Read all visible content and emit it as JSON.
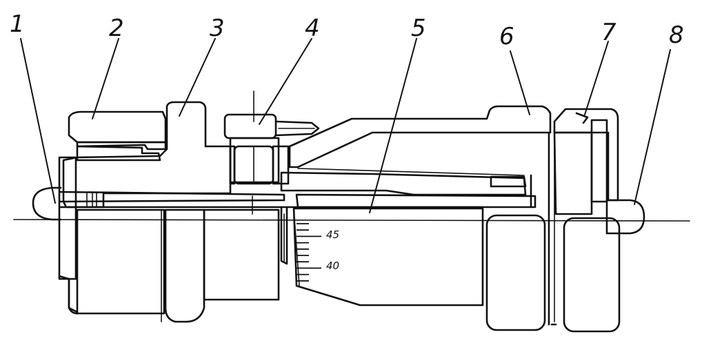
{
  "labels": {
    "l1": "1",
    "l2": "2",
    "l3": "3",
    "l4": "4",
    "l5": "5",
    "l6": "6",
    "l7": "7",
    "l8": "8"
  },
  "scale": {
    "upper": "45",
    "lower": "40"
  },
  "colors": {
    "ink": "#111111",
    "paper": "#ffffff"
  }
}
